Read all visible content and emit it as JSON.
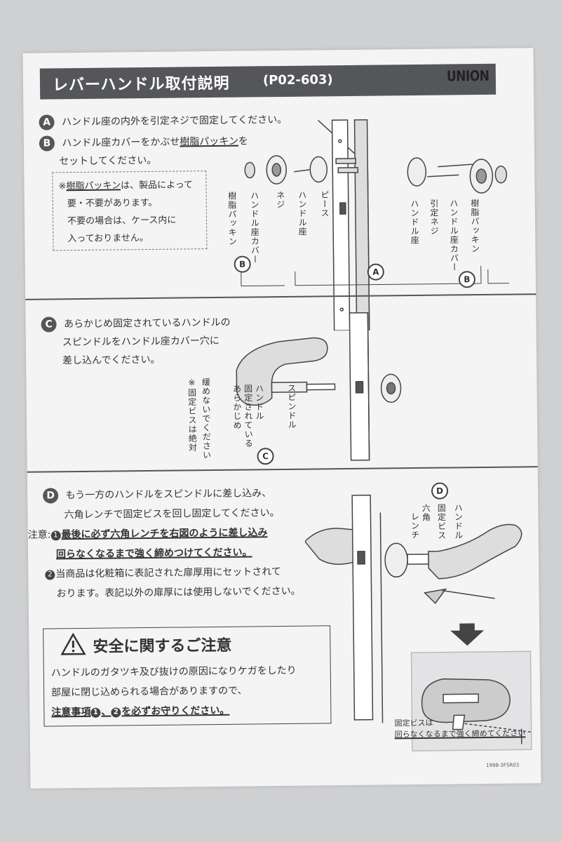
{
  "header": {
    "title": "レバーハンドル取付説明",
    "code": "(P02-603)",
    "logo": "UNION"
  },
  "sectionA": {
    "badge": "A",
    "text": "ハンドル座の内外を引定ネジで固定してください。"
  },
  "sectionB": {
    "badge": "B",
    "line1_pre": "ハンドル座カバーをかぶせ",
    "line1_ul": "樹脂パッキン",
    "line1_post": "を",
    "line2": "セットしてください。"
  },
  "note": {
    "line1_pre": "※",
    "line1_ul": "樹脂パッキン",
    "line1_post": "は、製品によって",
    "line2": "要・不要があります。",
    "line3": "不要の場合は、ケース内に",
    "line4": "入っておりません。"
  },
  "labelsAB": {
    "packing_l": "樹脂パッキン",
    "cover_l": "ハンドル座カバー",
    "screw": "ネジ",
    "seat_l": "ハンドル座",
    "piece": "ピース",
    "seat_r": "ハンドル座",
    "pull_screw": "引定ネジ",
    "cover_r": "ハンドル座カバー",
    "packing_r": "樹脂パッキン",
    "mark_b": "B",
    "mark_a": "A"
  },
  "sectionC": {
    "badge": "C",
    "line1": "あらかじめ固定されているハンドルの",
    "line2": "スピンドルをハンドル座カバー穴に",
    "line3": "差し込んでください。"
  },
  "labelsC": {
    "note1": "※固定ビスは絶対",
    "note2": "緩めないでください",
    "fixed1": "あらかじめ",
    "fixed2": "固定されている",
    "fixed3": "ハンドル",
    "spindle": "スピンドル",
    "mark": "C"
  },
  "sectionD": {
    "badge": "D",
    "line1": "もう一方のハンドルをスピンドルに差し込み、",
    "line2": "六角レンチで固定ビスを回し固定してください。",
    "caution": "注意:",
    "c1_ul1": "最後に必ず六角レンチを右図のように差し込み",
    "c1_ul2": "回らなくなるまで強く締めつけてください。",
    "c2_line1": "当商品は化粧箱に表記された扉厚用にセットされて",
    "c2_line2": "おります。表記以外の扉厚には使用しないでください。",
    "n1": "1",
    "n2": "2"
  },
  "labelsD": {
    "mark": "D",
    "handle": "ハンドル",
    "screw": "固定ビス",
    "wrench1": "六角",
    "wrench2": "レンチ",
    "cap1": "固定ビスは",
    "cap2": "回らなくなるまで強く締めてください"
  },
  "safety": {
    "title": "安全に関するご注意",
    "line1": "ハンドルのガタツキ及び抜けの原因になりケガをしたり",
    "line2": "部屋に閉じ込められる場合がありますので、",
    "line3": "注意事項",
    "n1": "1",
    "sep": "、",
    "n2": "2",
    "line3_post": "を必ずお守りください。"
  },
  "footer": {
    "code": "1998-3F5R03"
  },
  "colors": {
    "header_bg": "#55565a",
    "paper": "#f4f4f5",
    "ink": "#333333"
  }
}
